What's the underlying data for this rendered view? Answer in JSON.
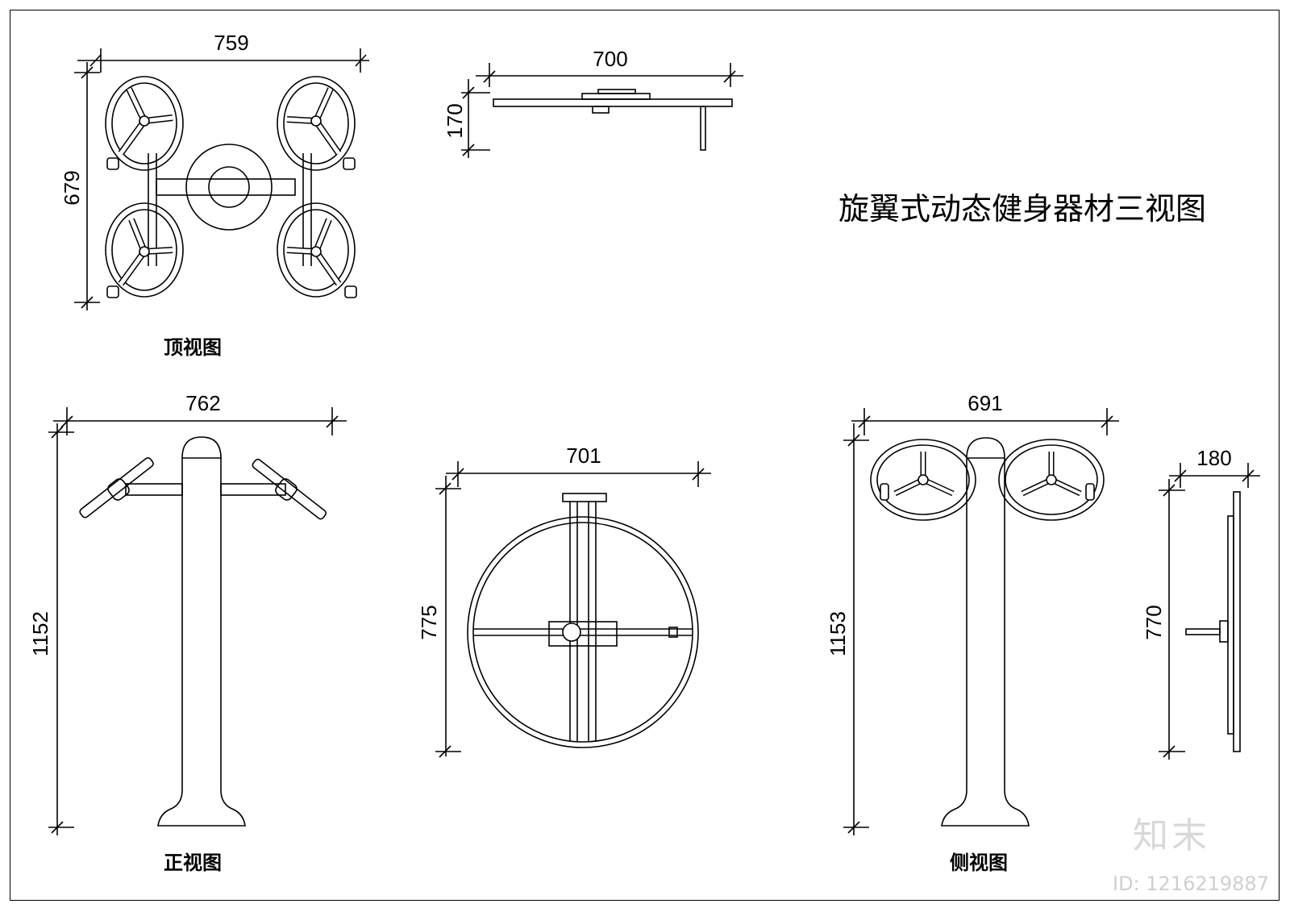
{
  "title": "旋翼式动态健身器材三视图",
  "views": {
    "top": "顶视图",
    "front": "正视图",
    "side": "侧视图"
  },
  "dimensions": {
    "top_width": "759",
    "top_height": "679",
    "top_elev_width": "700",
    "top_elev_height": "170",
    "front_width": "762",
    "front_height": "1152",
    "wheel_width": "701",
    "wheel_height": "775",
    "side_width": "691",
    "side_height": "1153",
    "edge_width": "180",
    "edge_height": "770"
  },
  "watermark": {
    "logo": "知末",
    "id": "ID: 1216219887"
  },
  "colors": {
    "line": "#000000",
    "watermark": "#d8d8d8"
  }
}
